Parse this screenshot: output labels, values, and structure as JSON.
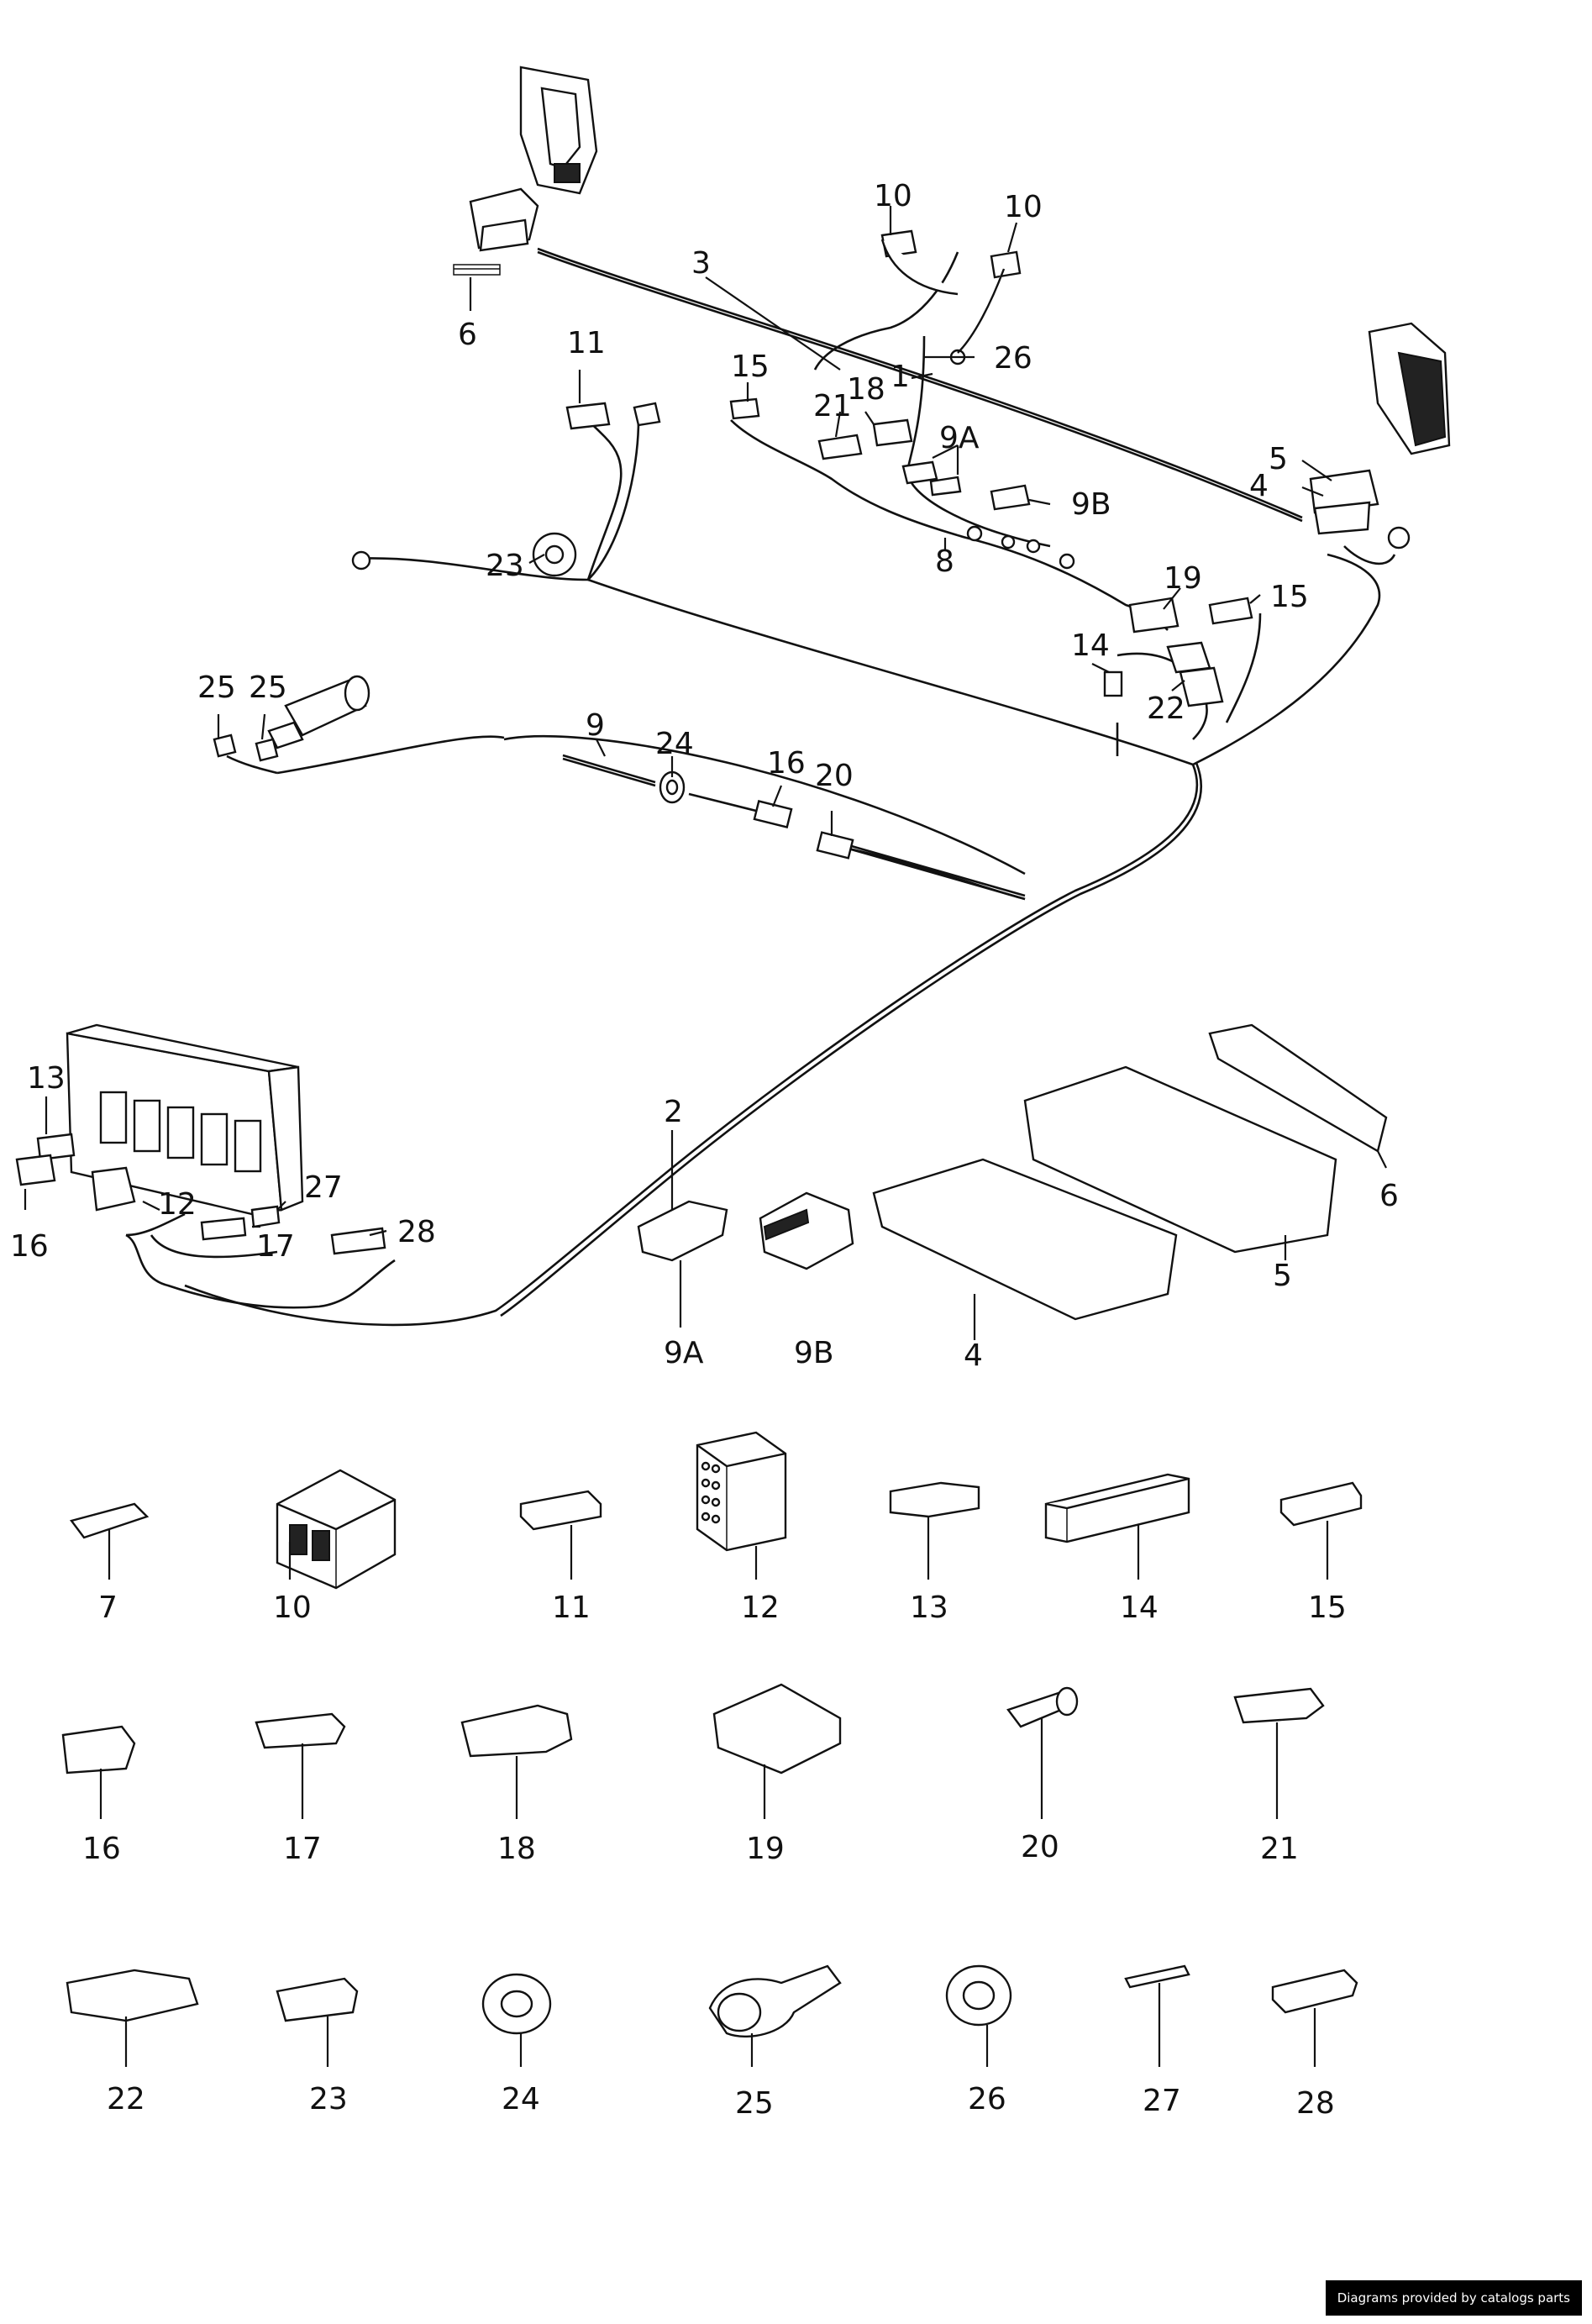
{
  "credit": "Diagrams provided by catalogs parts",
  "callouts": {
    "c1": "1",
    "c2": "2",
    "c3": "3",
    "c4a": "4",
    "c4b": "4",
    "c5a": "5",
    "c5b": "5",
    "c6a": "6",
    "c6b": "6",
    "c7": "7",
    "c8": "8",
    "c9": "9",
    "c9Aa": "9A",
    "c9Ab": "9A",
    "c9Ba": "9B",
    "c9Bb": "9B",
    "c10a": "10",
    "c10b": "10",
    "c10c": "10",
    "c11a": "11",
    "c11b": "11",
    "c12a": "12",
    "c12b": "12",
    "c13a": "13",
    "c13b": "13",
    "c14a": "14",
    "c14b": "14",
    "c15a": "15",
    "c15b": "15",
    "c15c": "15",
    "c16a": "16",
    "c16b": "16",
    "c16c": "16",
    "c17a": "17",
    "c17b": "17",
    "c18a": "18",
    "c18b": "18",
    "c19a": "19",
    "c19b": "19",
    "c20a": "20",
    "c20b": "20",
    "c21a": "21",
    "c21b": "21",
    "c22a": "22",
    "c22b": "22",
    "c23a": "23",
    "c23b": "23",
    "c24a": "24",
    "c24b": "24",
    "c25a": "25",
    "c25b": "25",
    "c25c": "25",
    "c26a": "26",
    "c26b": "26",
    "c27a": "27",
    "c27b": "27",
    "c28a": "28",
    "c28b": "28"
  }
}
